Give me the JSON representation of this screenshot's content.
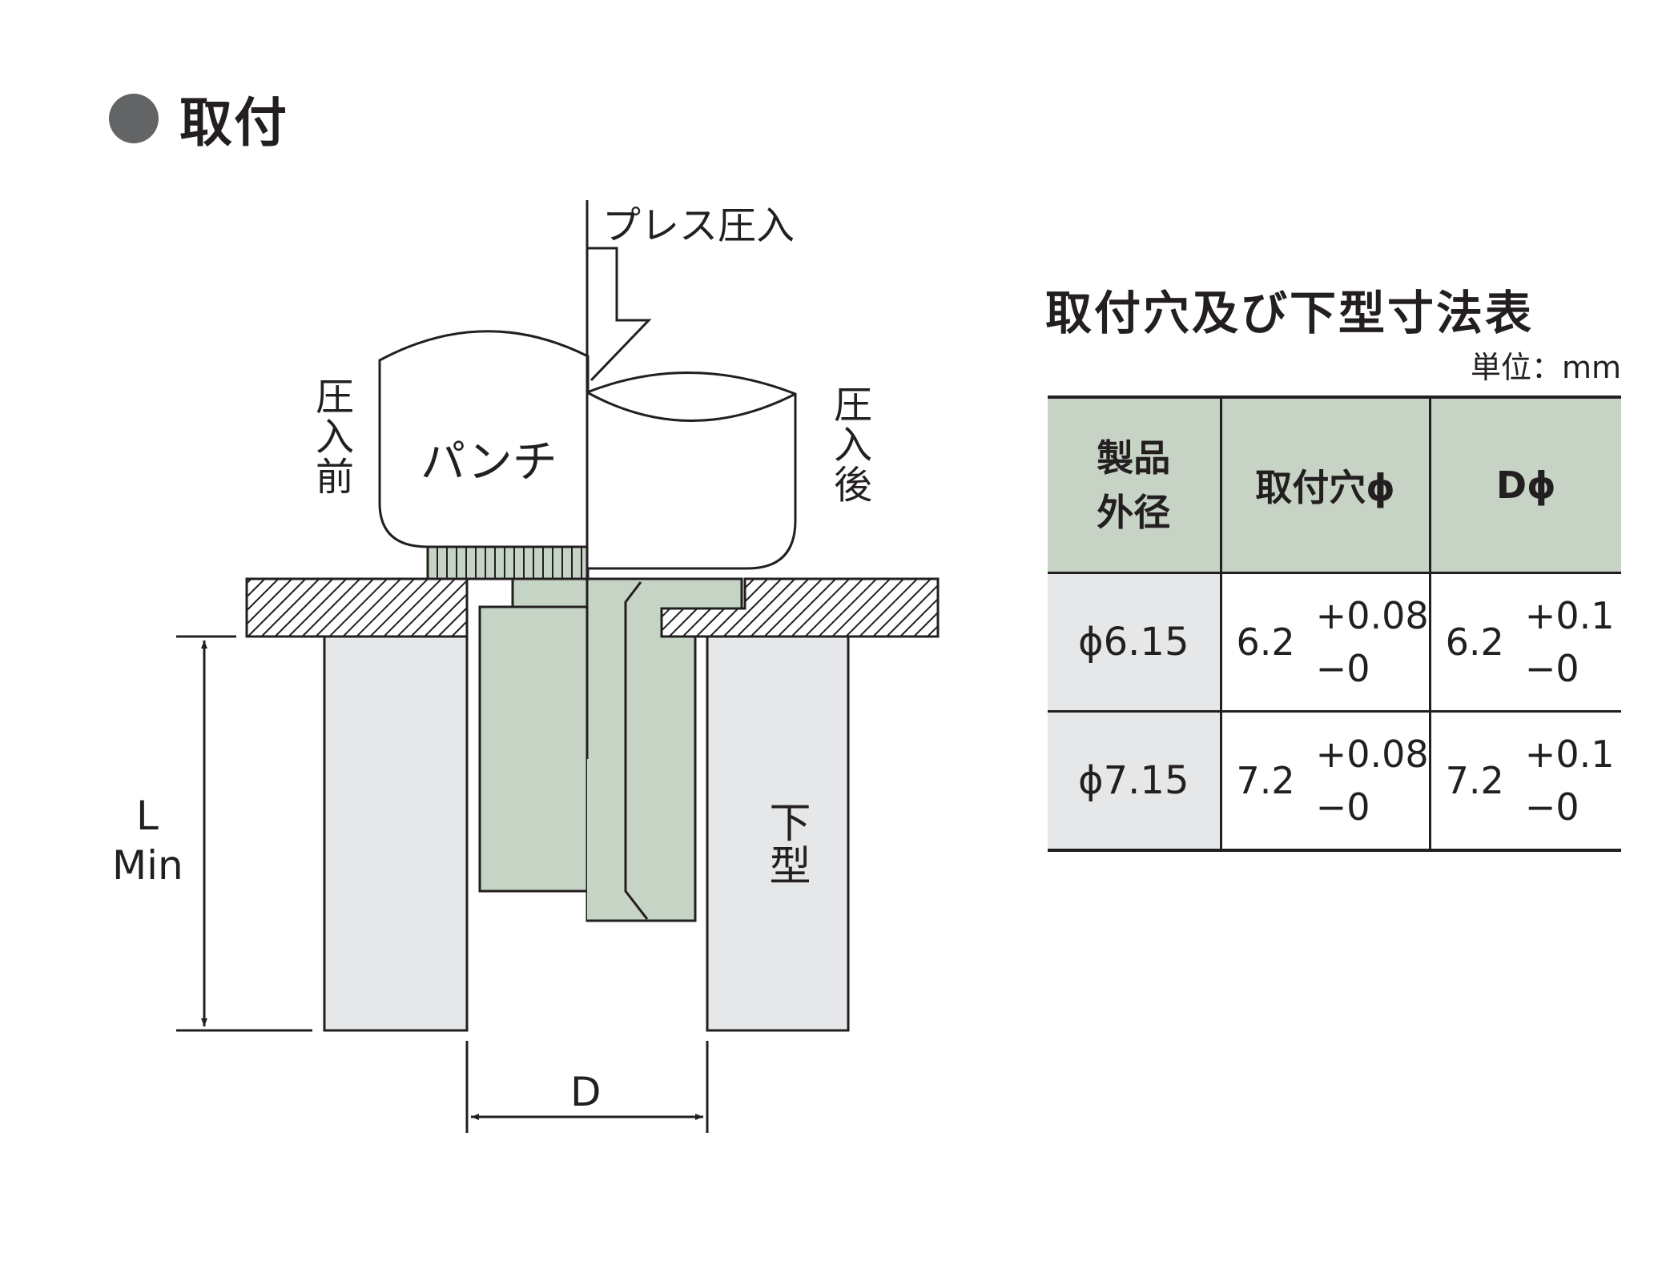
{
  "heading": "取付",
  "diagram": {
    "press_label": "プレス圧入",
    "punch_label": "パンチ",
    "before_label": "圧入前",
    "after_label": "圧入後",
    "die_label": "下型",
    "l_label": "L",
    "min_label": "Min",
    "d_label": "D"
  },
  "table": {
    "title": "取付穴及び下型寸法表",
    "unit": "単位：mm",
    "headers": [
      "製品外径",
      "取付穴ϕ",
      "Dϕ"
    ],
    "rows": [
      {
        "size": "ϕ6.15",
        "hole_nominal": "6.2",
        "hole_plus": "+0.08",
        "hole_minus": "−0",
        "d_nominal": "6.2",
        "d_plus": "+0.1",
        "d_minus": "−0"
      },
      {
        "size": "ϕ7.15",
        "hole_nominal": "7.2",
        "hole_plus": "+0.08",
        "hole_minus": "−0",
        "d_nominal": "7.2",
        "d_plus": "+0.1",
        "d_minus": "−0"
      }
    ]
  },
  "colors": {
    "part_green": "#c6d4c6",
    "die_gray": "#e6e7e8",
    "header_green": "#c7d3c5",
    "ink": "#231f20",
    "bullet_gray": "#636466"
  }
}
